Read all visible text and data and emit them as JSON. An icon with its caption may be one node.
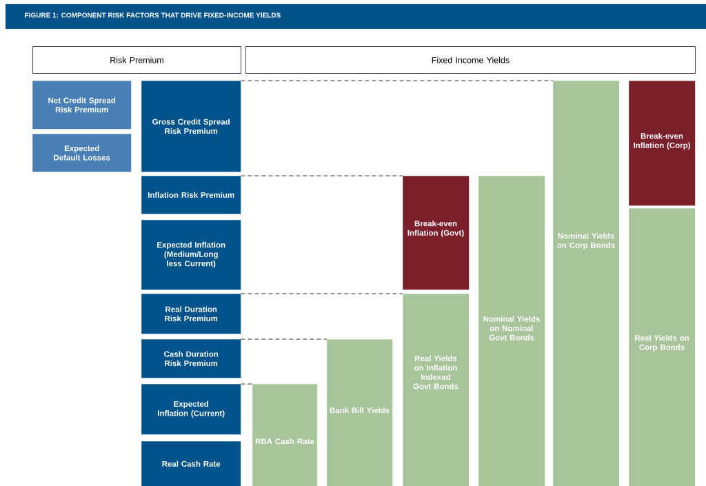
{
  "diagram": {
    "title": "FIGURE 1: COMPONENT RISK FACTORS THAT DRIVE FIXED-INCOME YIELDS",
    "nodes": [
      {
        "text": [
          "Risk Premium"
        ]
      },
      {
        "text": [
          "Fixed Income Yields"
        ]
      },
      {
        "text": [
          "Net Credit Spread Risk Premium"
        ]
      },
      {
        "text": [
          "Expected Default Losses"
        ]
      },
      {
        "text": [
          "Gross Credit Spread Risk Premium"
        ]
      },
      {
        "text": [
          "Inflation Risk Premium"
        ]
      },
      {
        "text": [
          "Expected Inflation (Medium/Long less Current)"
        ]
      },
      {
        "text": [
          "Real Duration Risk Premium"
        ]
      },
      {
        "text": [
          "Cash Duration Risk Premium"
        ]
      },
      {
        "text": [
          "Expected Inflation (Current)"
        ]
      },
      {
        "text": [
          "Real Cash Rate"
        ]
      },
      {
        "text": [
          "RBA Cash Rate"
        ]
      },
      {
        "text": [
          "Bank Bill Yields"
        ]
      },
      {
        "text": [
          "Break-even Inflation (Govt)"
        ]
      },
      {
        "text": [
          "Real Yields on Inflation Indexed Govt Bonds"
        ]
      },
      {
        "text": [
          "Nominal Yields on Nominal Govt Bonds"
        ]
      },
      {
        "text": [
          "Nominal Yields on Corp Bonds"
        ]
      },
      {
        "text": [
          "Break-even Inflation (Corp)"
        ]
      },
      {
        "text": [
          "Real Yields on Corp Bonds"
        ]
      }
    ],
    "edges": [
      {
        "from": 4,
        "to": 16,
        "arrow": "none",
        "style": "dashed"
      },
      {
        "from": 5,
        "to": 13,
        "arrow": "none",
        "style": "dashed"
      },
      {
        "from": 7,
        "to": 14,
        "arrow": "none",
        "style": "dashed"
      },
      {
        "from": 8,
        "to": 12,
        "arrow": "none",
        "style": "dashed"
      },
      {
        "from": 9,
        "to": 11,
        "arrow": "none",
        "style": "dashed"
      }
    ]
  }
}
